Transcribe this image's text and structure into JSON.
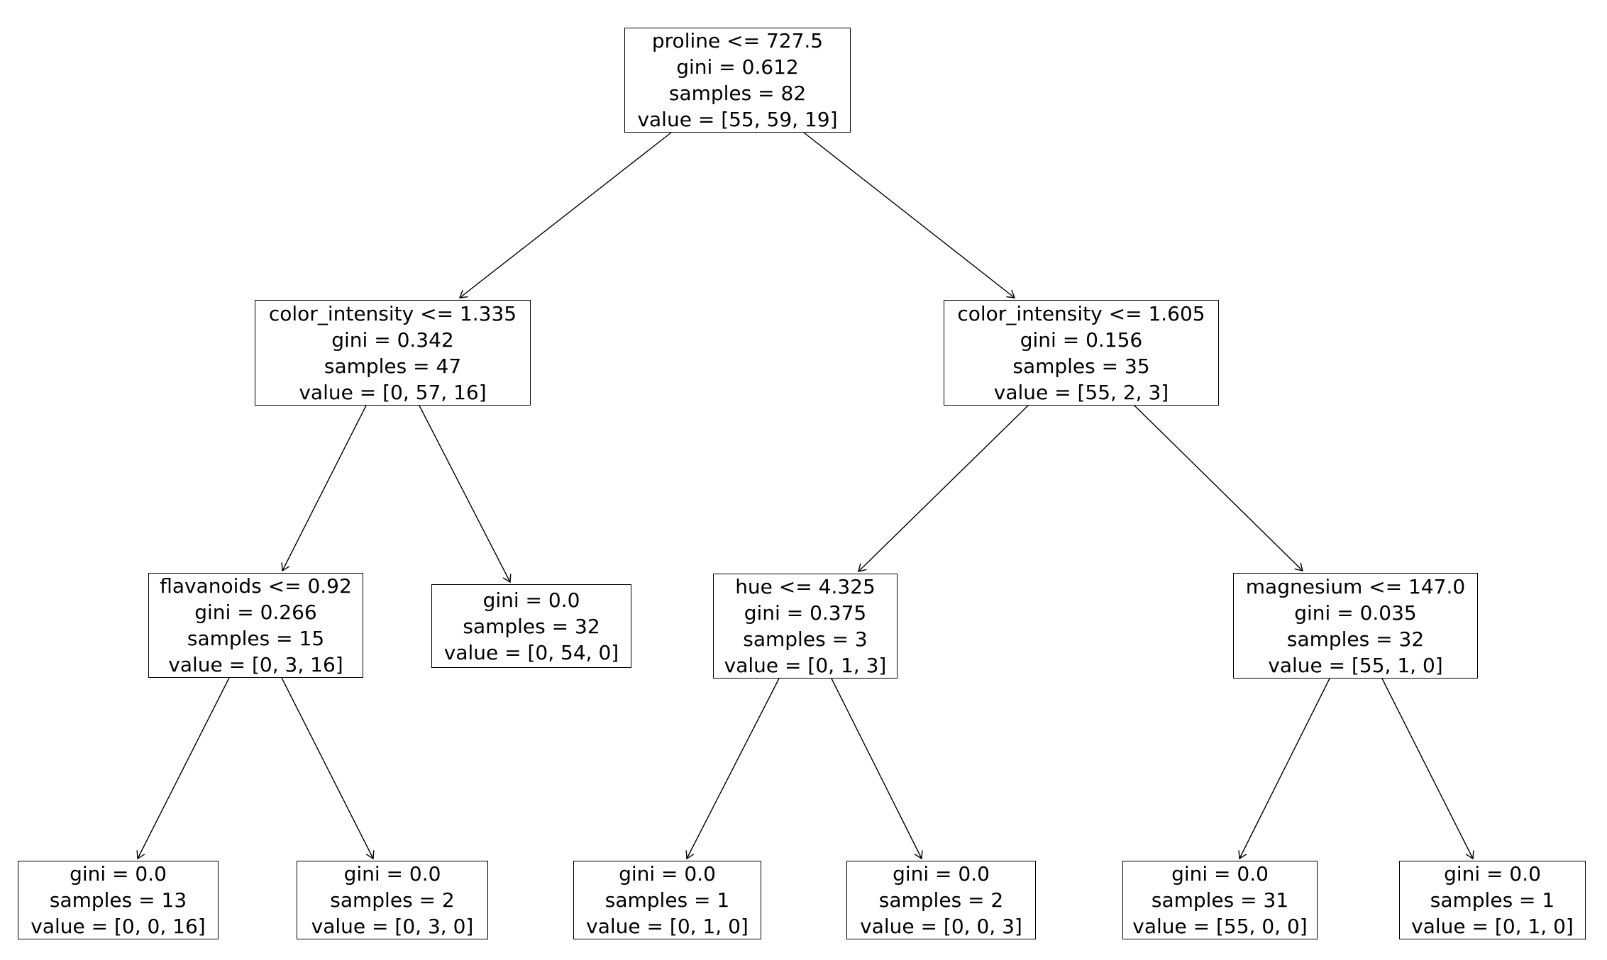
{
  "figure": {
    "kind": "decision-tree-plot",
    "background_color": "#ffffff",
    "box_border_color": "#000000",
    "text_color": "#000000",
    "edge_color": "#000000"
  },
  "nodes": [
    {
      "id": "root",
      "lines": [
        "proline <= 727.5",
        "gini = 0.612",
        "samples = 82",
        "value = [55, 59, 19]"
      ]
    },
    {
      "id": "depth1-left",
      "lines": [
        "color_intensity <= 1.335",
        "gini = 0.342",
        "samples = 47",
        "value = [0, 57, 16]"
      ]
    },
    {
      "id": "depth1-right",
      "lines": [
        "color_intensity <= 1.605",
        "gini = 0.156",
        "samples = 35",
        "value = [55, 2, 3]"
      ]
    },
    {
      "id": "depth2-flavanoids",
      "lines": [
        "flavanoids <= 0.92",
        "gini = 0.266",
        "samples = 15",
        "value = [0, 3, 16]"
      ]
    },
    {
      "id": "depth2-leaf-mid",
      "lines": [
        "gini = 0.0",
        "samples = 32",
        "value = [0, 54, 0]"
      ]
    },
    {
      "id": "depth2-hue",
      "lines": [
        "hue <= 4.325",
        "gini = 0.375",
        "samples = 3",
        "value = [0, 1, 3]"
      ]
    },
    {
      "id": "depth2-magnesium",
      "lines": [
        "magnesium <= 147.0",
        "gini = 0.035",
        "samples = 32",
        "value = [55, 1, 0]"
      ]
    },
    {
      "id": "leaf-1",
      "lines": [
        "gini = 0.0",
        "samples = 13",
        "value = [0, 0, 16]"
      ]
    },
    {
      "id": "leaf-2",
      "lines": [
        "gini = 0.0",
        "samples = 2",
        "value = [0, 3, 0]"
      ]
    },
    {
      "id": "leaf-3",
      "lines": [
        "gini = 0.0",
        "samples = 1",
        "value = [0, 1, 0]"
      ]
    },
    {
      "id": "leaf-4",
      "lines": [
        "gini = 0.0",
        "samples = 2",
        "value = [0, 0, 3]"
      ]
    },
    {
      "id": "leaf-5",
      "lines": [
        "gini = 0.0",
        "samples = 31",
        "value = [55, 0, 0]"
      ]
    },
    {
      "id": "leaf-6",
      "lines": [
        "gini = 0.0",
        "samples = 1",
        "value = [0, 1, 0]"
      ]
    }
  ],
  "edges": [
    {
      "from": "root",
      "to": "depth1-left"
    },
    {
      "from": "root",
      "to": "depth1-right"
    },
    {
      "from": "depth1-left",
      "to": "depth2-flavanoids"
    },
    {
      "from": "depth1-left",
      "to": "depth2-leaf-mid"
    },
    {
      "from": "depth1-right",
      "to": "depth2-hue"
    },
    {
      "from": "depth1-right",
      "to": "depth2-magnesium"
    },
    {
      "from": "depth2-flavanoids",
      "to": "leaf-1"
    },
    {
      "from": "depth2-flavanoids",
      "to": "leaf-2"
    },
    {
      "from": "depth2-hue",
      "to": "leaf-3"
    },
    {
      "from": "depth2-hue",
      "to": "leaf-4"
    },
    {
      "from": "depth2-magnesium",
      "to": "leaf-5"
    },
    {
      "from": "depth2-magnesium",
      "to": "leaf-6"
    }
  ]
}
